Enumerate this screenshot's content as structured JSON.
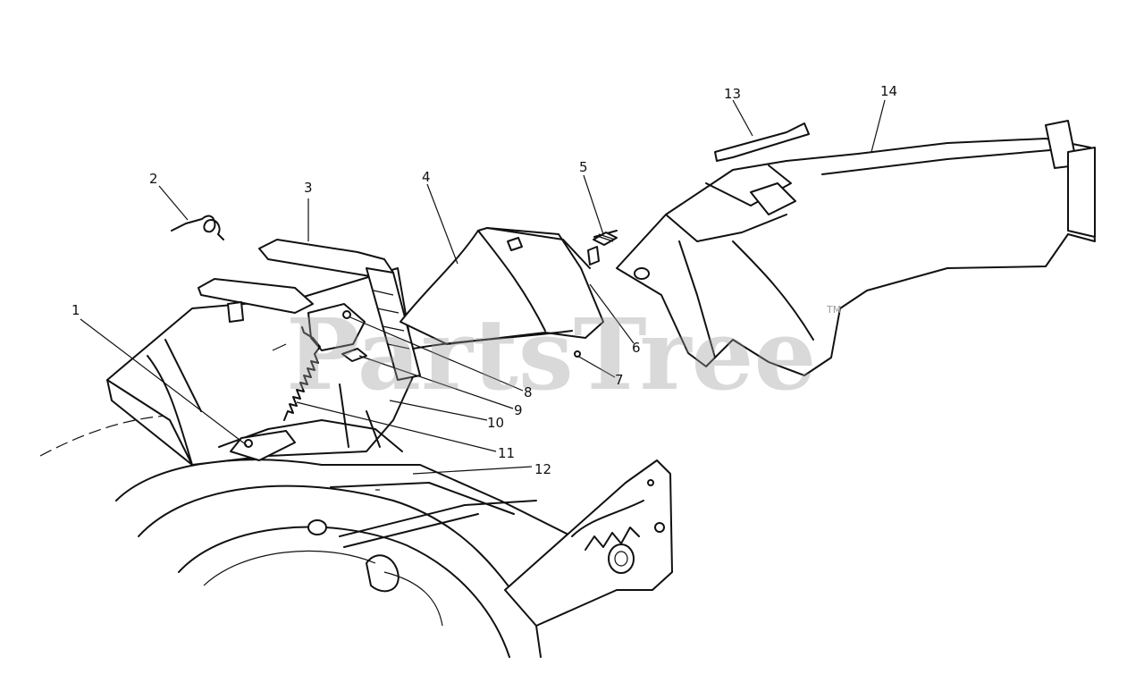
{
  "watermark": {
    "text": "PartsTree",
    "trademark": "TM"
  },
  "callouts": [
    {
      "id": "1",
      "label": "1"
    },
    {
      "id": "2",
      "label": "2"
    },
    {
      "id": "3",
      "label": "3"
    },
    {
      "id": "4",
      "label": "4"
    },
    {
      "id": "5",
      "label": "5"
    },
    {
      "id": "6",
      "label": "6"
    },
    {
      "id": "7",
      "label": "7"
    },
    {
      "id": "8",
      "label": "8"
    },
    {
      "id": "9",
      "label": "9"
    },
    {
      "id": "10",
      "label": "10"
    },
    {
      "id": "11",
      "label": "11"
    },
    {
      "id": "12",
      "label": "12"
    },
    {
      "id": "13",
      "label": "13"
    },
    {
      "id": "14",
      "label": "14"
    }
  ]
}
